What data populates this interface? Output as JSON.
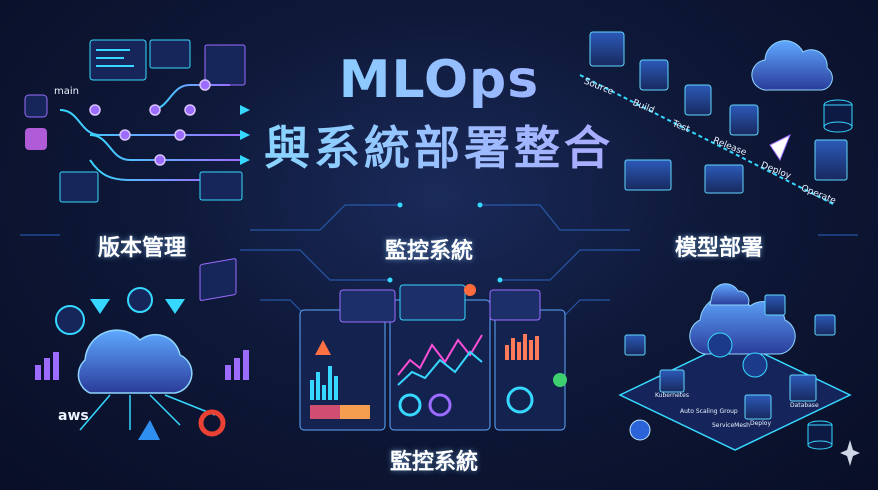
{
  "title_en": "MLOps",
  "title_zh": "與系統部署整合",
  "sections": {
    "version_control": "版本管理",
    "monitoring_top": "監控系統",
    "model_deploy": "模型部署",
    "monitoring_bottom": "監控系統"
  },
  "git": {
    "branch": "main"
  },
  "pipeline_steps": [
    "Source",
    "Build",
    "Test",
    "Release",
    "Deploy",
    "Operate"
  ],
  "cloud_providers": {
    "aws": "aws"
  },
  "k8s_labels": [
    "Kubernetes",
    "Auto Scaling Group",
    "ServiceMesh",
    "Deploy",
    "Database"
  ],
  "colors": {
    "bg": "#0b1230",
    "cyan": "#36d8ff",
    "purple": "#9b6cff",
    "accent": "#6ff4ff"
  }
}
